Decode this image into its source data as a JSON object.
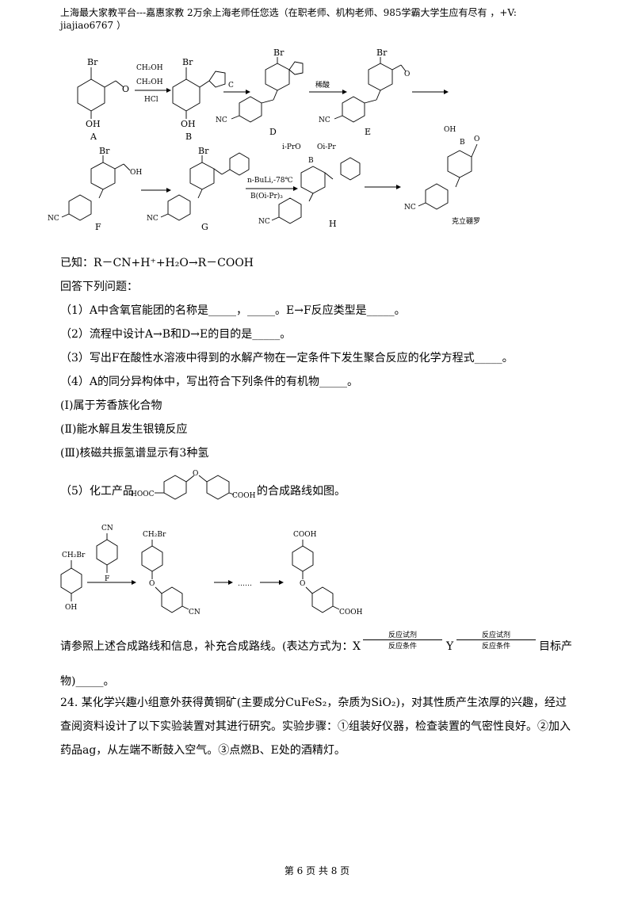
{
  "header": {
    "line1": "上海最大家教平台---嘉惠家教    2万余上海老师任您选（在职老师、机构老师、985学霸大学生应有尽有  ，+V:",
    "line2": "jiajiao6767 ）"
  },
  "scheme1": {
    "reagent_a1": "CH₂OH",
    "reagent_a2": "CH₂OH",
    "reagent_a3": "HCl",
    "reagent_c": "C",
    "reagent_acid": "稀酸",
    "reagent_h1": "n-BuLi,-78℃",
    "reagent_h2": "B(Oi-Pr)₃",
    "label_a": "A",
    "label_b": "B",
    "label_d": "D",
    "label_e": "E",
    "label_f": "F",
    "label_g": "G",
    "label_h": "H",
    "product_name": "克立硼罗",
    "atom_br": "Br",
    "atom_oh": "OH",
    "atom_o": "O",
    "atom_nc": "NC",
    "atom_b": "B",
    "atom_ipro": "i-PrO",
    "atom_oipr": "Oi-Pr"
  },
  "known": "已知：R－CN+H⁺+H₂O→R－COOH",
  "prompt": "回答下列问题：",
  "q1": "（1）A中含氧官能团的名称是_____，_____。E→F反应类型是_____。",
  "q2": "（2）流程中设计A→B和D→E的目的是_____。",
  "q3": "（3）写出F在酸性水溶液中得到的水解产物在一定条件下发生聚合反应的化学方程式_____。",
  "q4": "（4）A的同分异构体中，写出符合下列条件的有机物_____。",
  "cond1": "(Ⅰ)属于芳香族化合物",
  "cond2": "(Ⅱ)能水解且发生银镜反应",
  "cond3": "(Ⅲ)核磁共振氢谱显示有3种氢",
  "q5_pre": "（5）化工产品",
  "q5_post": "的合成路线如图。",
  "q5_hooc": "HOOC",
  "q5_cooh": "COOH",
  "scheme2": {
    "ch2br": "CH₂Br",
    "oh": "OH",
    "cn": "CN",
    "f": "F",
    "cooh": "COOH",
    "dots": "……"
  },
  "q5_instruction": "请参照上述合成路线和信息，补充合成路线。(表达方式为：",
  "arrow_top": "反应试剂",
  "arrow_bottom": "反应条件",
  "x": "X",
  "y": "Y",
  "target": "目标产",
  "target_end": "物)_____。",
  "q24": "24. 某化学兴趣小组意外获得黄铜矿(主要成分CuFeS₂，杂质为SiO₂)，对其性质产生浓厚的兴趣，经过查阅资料设计了以下实验装置对其进行研究。实验步骤：①组装好仪器，检查装置的气密性良好。②加入药品ag，从左端不断鼓入空气。③点燃B、E处的酒精灯。",
  "footer": "第 6 页 共 8 页"
}
